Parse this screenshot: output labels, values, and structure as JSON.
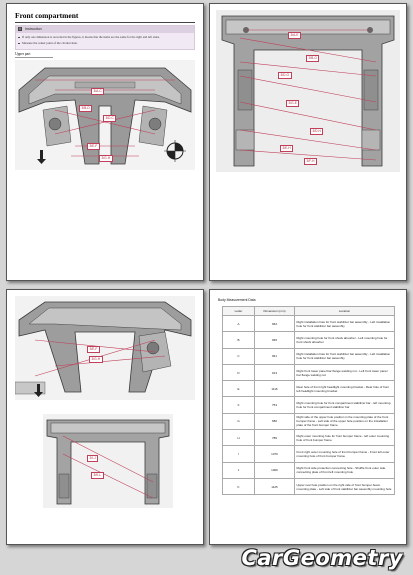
{
  "page1": {
    "title": "Front compartment",
    "notice": {
      "label": "Instruction",
      "lines": [
        "If only one dimension is recorded in the figures, it means that the items are the same for the right and left sides.",
        "Measure the center point of the circular hole."
      ]
    },
    "section_label": "Upper part",
    "dimensions": [
      "3/A-C",
      "3/B-D",
      "3/D-C",
      "3/E-F",
      "3/G-H"
    ]
  },
  "page2": {
    "dimensions": [
      "3/A-E",
      "3/B-G",
      "3/D-G",
      "3/G-E",
      "3/D-H",
      "3/E-H",
      "3/F-H"
    ]
  },
  "page3": {
    "dimensions": [
      "3/E-F",
      "3/G-H",
      "3/I-J",
      "3/K-L"
    ]
  },
  "page4": {
    "caption": "Body Measurement Data",
    "columns": [
      "Letter",
      "Dimension (mm)",
      "Location"
    ],
    "rows": [
      {
        "letter": "A",
        "dim": "962",
        "location": "Right installation hole for front stabilizer bar assembly - Left installation hole for front stabilizer bar assembly"
      },
      {
        "letter": "B",
        "dim": "965",
        "location": "Right mounting hole for front shock absorber - Left mounting hole for front shock absorber"
      },
      {
        "letter": "C",
        "dim": "961",
        "location": "Right installation hole for front stabilizer bar assembly - Left installation hole for front stabilizer bar assembly"
      },
      {
        "letter": "D",
        "dim": "913",
        "location": "Right front lower panel bar flange welding nut - Left front lower panel bar flange welding nut"
      },
      {
        "letter": "E",
        "dim": "1116",
        "location": "Rear hole of front right headlight mounting bracket - Rear hole of front left headlight mounting bracket"
      },
      {
        "letter": "F",
        "dim": "753",
        "location": "Right mounting hole for front compartment stabilizer bar - left mounting hole for front compartment stabilizer bar"
      },
      {
        "letter": "G",
        "dim": "680",
        "location": "Right side of the upper hole position in the mounting plate of the front bumper frame - Left side of the upper hole position on the installation plate of the front bumper frame"
      },
      {
        "letter": "H",
        "dim": "786",
        "location": "Right outer mounting hole for front bumper frame - left outer mounting hole of front bumper frame"
      },
      {
        "letter": "I",
        "dim": "1070",
        "location": "Front right outer mounting hole of front bumper frame - Front left outer mounting hole of front bumper frame"
      },
      {
        "letter": "J",
        "dim": "1006",
        "location": "Right front side protection connecting hole - Shuffle front outer side connecting plate of front left mounting hole"
      },
      {
        "letter": "K",
        "dim": "1125",
        "location": "Upper rear hole position on the right side of front bumper beam mounting plate - Left side of front stabilizer bar assembly mounting hole"
      }
    ]
  },
  "brand": "CarGeometry"
}
